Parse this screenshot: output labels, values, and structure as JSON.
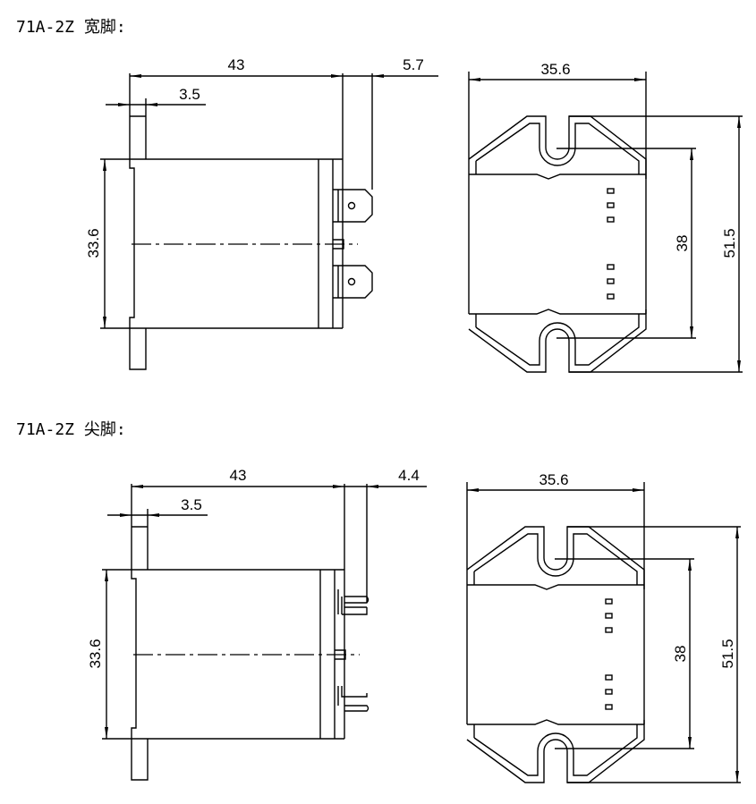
{
  "sections": [
    {
      "title": "71A-2Z 宽脚:",
      "side": {
        "length": "43",
        "pin_width": "3.5",
        "terminal": "5.7",
        "height": "33.6"
      },
      "front": {
        "width": "35.6",
        "mount_pitch": "38",
        "total_height": "51.5"
      }
    },
    {
      "title": "71A-2Z 尖脚:",
      "side": {
        "length": "43",
        "pin_width": "3.5",
        "terminal": "4.4",
        "height": "33.6"
      },
      "front": {
        "width": "35.6",
        "mount_pitch": "38",
        "total_height": "51.5"
      }
    }
  ]
}
